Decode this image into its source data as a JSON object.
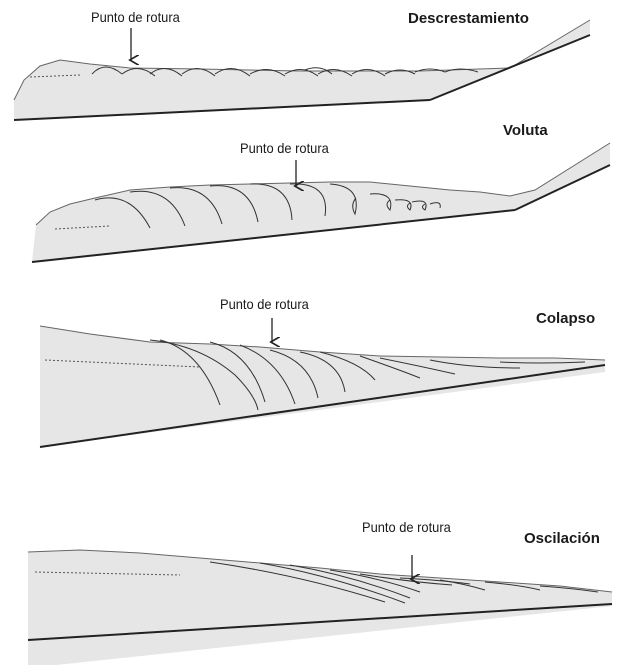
{
  "panels": [
    {
      "id": "descrestamiento",
      "title": "Descrestamiento",
      "breakpoint_label": "Punto de rotura"
    },
    {
      "id": "voluta",
      "title": "Voluta",
      "breakpoint_label": "Punto de rotura"
    },
    {
      "id": "colapso",
      "title": "Colapso",
      "breakpoint_label": "Punto de rotura"
    },
    {
      "id": "oscilacion",
      "title": "Oscilación",
      "breakpoint_label": "Punto de rotura"
    }
  ],
  "colors": {
    "land": "#e6e6e6",
    "edge": "#222222",
    "line": "#333333"
  }
}
